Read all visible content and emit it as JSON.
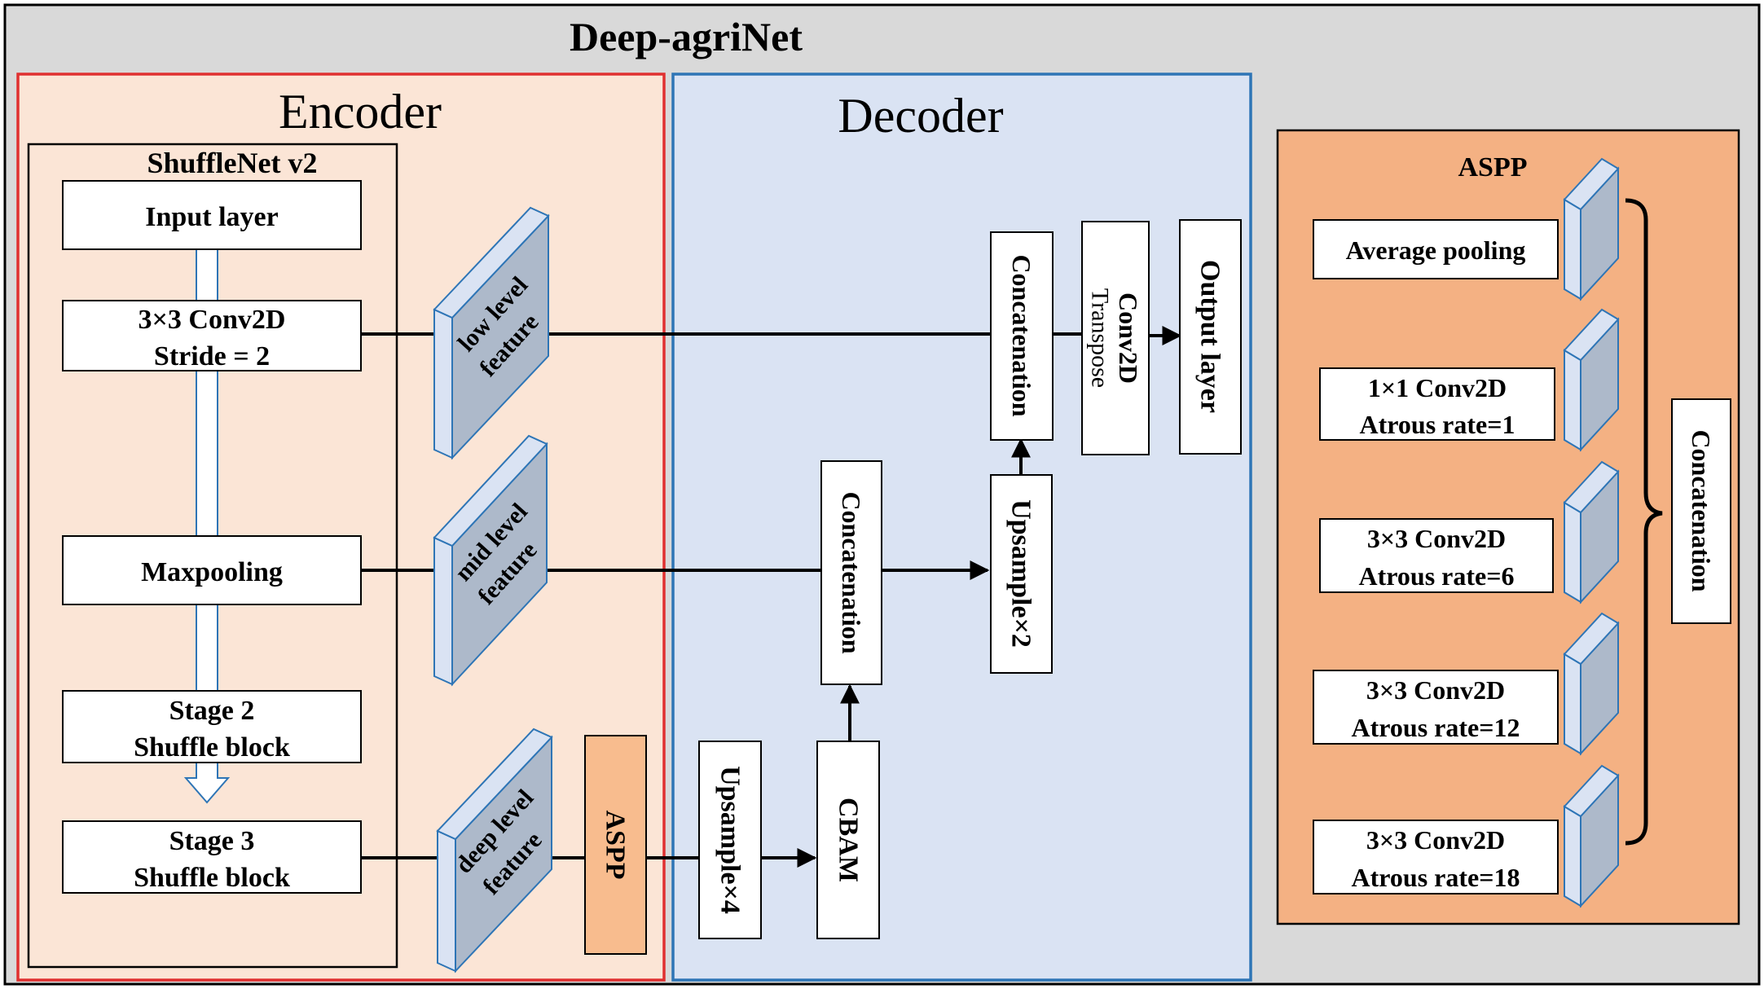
{
  "title": "Deep-agriNet",
  "colors": {
    "background": "#d9d9d9",
    "encoder_fill": "#fbe5d6",
    "encoder_border": "#e03030",
    "decoder_fill": "#dae3f3",
    "decoder_border": "#2e75b6",
    "aspp_panel_fill": "#f4b183",
    "aspp_box_fill": "#f8bc8e",
    "feature_front": "#adb9ca",
    "feature_side": "#dae3f3",
    "feature_border": "#2e75b6"
  },
  "encoder": {
    "title": "Encoder",
    "backbone": {
      "title": "ShuffleNet v2",
      "input_layer": "Input layer",
      "conv": [
        "3×3 Conv2D",
        "Stride = 2"
      ],
      "maxpool": "Maxpooling",
      "stage2": [
        "Stage 2",
        "Shuffle block"
      ],
      "stage3": [
        "Stage 3",
        "Shuffle block"
      ]
    },
    "features": {
      "low": [
        "low level",
        "feature"
      ],
      "mid": [
        "mid level",
        "feature"
      ],
      "deep": [
        "deep level",
        "feature"
      ]
    },
    "aspp_label": "ASPP"
  },
  "decoder": {
    "title": "Decoder",
    "upsample4": "Upsample×4",
    "cbam": "CBAM",
    "concat_mid": "Concatenation",
    "upsample2": "Upsample×2",
    "concat_top": "Concatenation",
    "conv_transpose": [
      "Conv2D",
      "Transpose"
    ],
    "output_layer": "Output layer"
  },
  "aspp_panel": {
    "title": "ASPP",
    "branches": [
      [
        "Average pooling"
      ],
      [
        "1×1 Conv2D",
        "Atrous rate=1"
      ],
      [
        "3×3 Conv2D",
        "Atrous rate=6"
      ],
      [
        "3×3 Conv2D",
        "Atrous rate=12"
      ],
      [
        "3×3 Conv2D",
        "Atrous rate=18"
      ]
    ],
    "concat": "Concatenation"
  }
}
